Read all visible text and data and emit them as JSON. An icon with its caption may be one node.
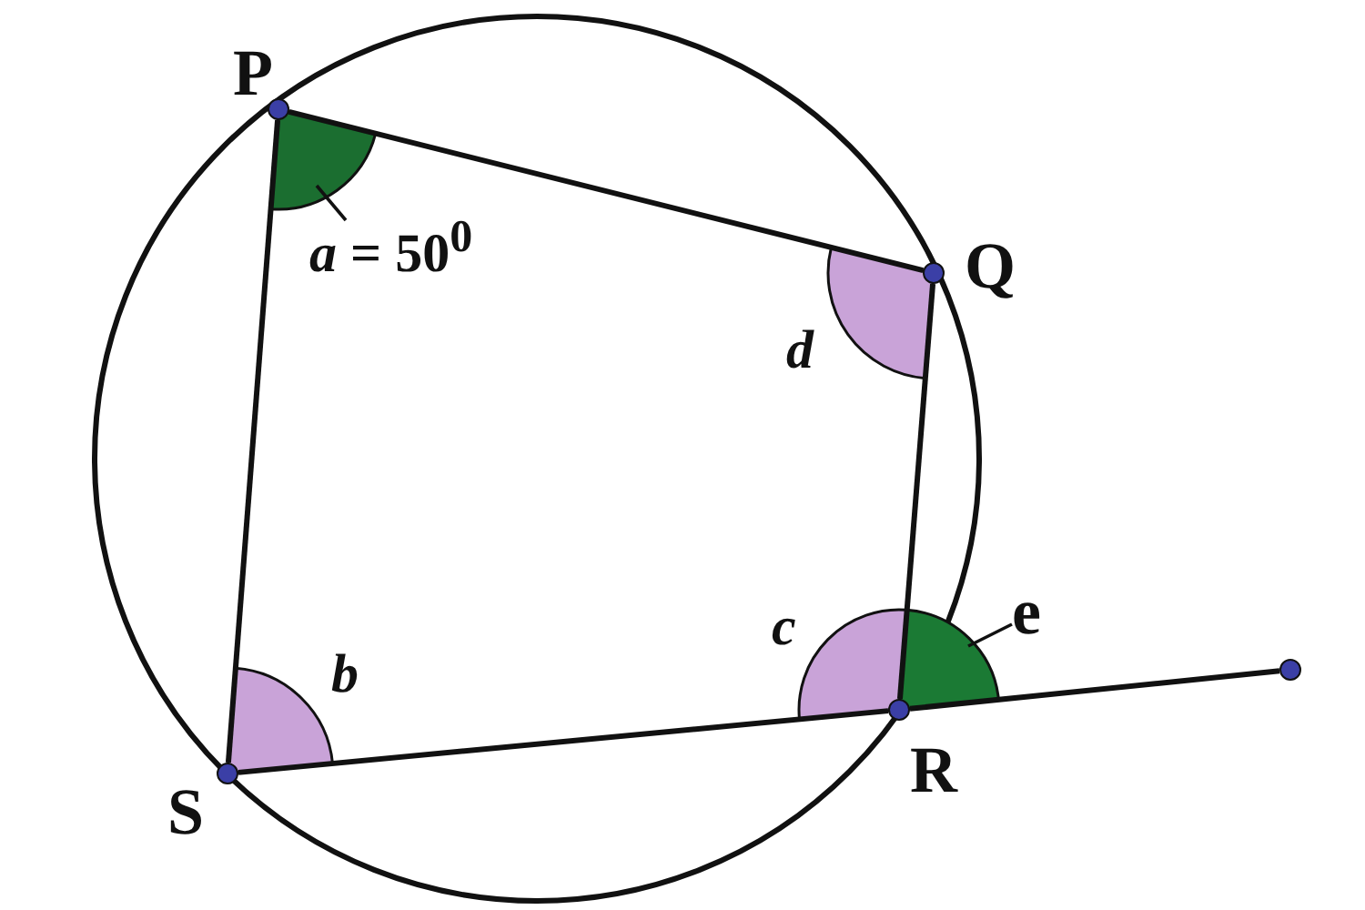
{
  "diagram": {
    "nodes": [
      {
        "text": [],
        "shape": "circle",
        "beside": [
          "P"
        ]
      },
      {
        "text": [],
        "shape": "circle",
        "beside": [
          "Q"
        ]
      },
      {
        "text": [],
        "shape": "circle",
        "beside": [
          "R"
        ]
      },
      {
        "text": [],
        "shape": "circle",
        "beside": [
          "S"
        ]
      },
      {
        "text": [],
        "shape": "circle"
      },
      {
        "text": [
          "*a* = 50$^{0}$"
        ]
      },
      {
        "text": [],
        "shape": "sector"
      },
      {
        "text": [
          "e"
        ]
      },
      {
        "text": [],
        "shape": "sector"
      }
    ],
    "edges": [
      {
        "from": 0,
        "to": 1,
        "arrow": "none"
      },
      {
        "from": 1,
        "to": 2,
        "arrow": "none"
      },
      {
        "from": 2,
        "to": 3,
        "arrow": "none"
      },
      {
        "from": 3,
        "to": 0,
        "arrow": "none"
      },
      {
        "from": 2,
        "to": 4,
        "arrow": "none"
      },
      {
        "from": 5,
        "to": 6,
        "arrow": "none"
      },
      {
        "from": 7,
        "to": 8,
        "arrow": "none"
      }
    ],
    "labels": [
      "d",
      "c",
      "b"
    ]
  }
}
